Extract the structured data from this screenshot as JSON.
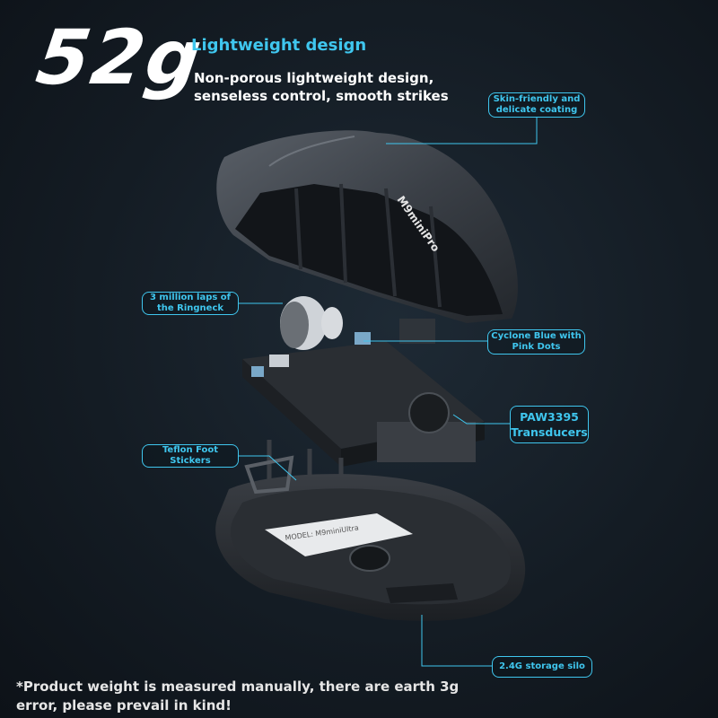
{
  "weight_label": "52g",
  "headline": "Lightweight design",
  "subhead": "Non-porous lightweight design, senseless control, smooth strikes",
  "callouts": {
    "coating": "Skin-friendly and delicate coating",
    "ringneck": "3 million laps of the Ringneck",
    "cyclone": "Cyclone Blue with Pink Dots",
    "sensor": "PAW3395 Transducers",
    "teflon": "Teflon Foot Stickers",
    "storage": "2.4G storage silo"
  },
  "model_text": "M9miniPro",
  "label_text": "MODEL: M9miniUltra",
  "footnote": "*Product weight is measured manually, there are earth 3g error, please prevail in kind!",
  "colors": {
    "accent": "#3fc6ee",
    "background": "#141c24"
  }
}
